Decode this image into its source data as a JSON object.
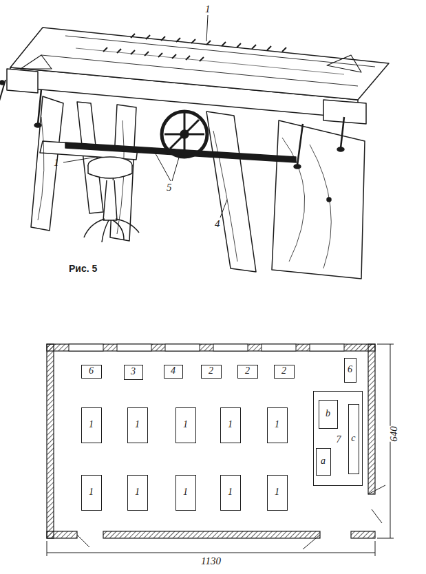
{
  "diagram": {
    "nodes": [
      {
        "text": [
          "6"
        ]
      },
      {
        "text": [
          "3"
        ]
      },
      {
        "text": [
          "4"
        ]
      },
      {
        "text": [
          "2"
        ]
      },
      {
        "text": [
          "2"
        ]
      },
      {
        "text": [
          "2"
        ]
      },
      {
        "text": [
          "6"
        ]
      },
      {
        "text": [
          "7"
        ]
      },
      {
        "text": [
          "b"
        ],
        "in": 7
      },
      {
        "text": [
          "c"
        ],
        "in": 7
      },
      {
        "text": [
          "a"
        ],
        "in": 7
      },
      {
        "text": [
          "1"
        ]
      },
      {
        "text": [
          "1"
        ]
      },
      {
        "text": [
          "1"
        ]
      },
      {
        "text": [
          "1"
        ]
      },
      {
        "text": [
          "1"
        ]
      },
      {
        "text": [
          "1"
        ]
      },
      {
        "text": [
          "1"
        ]
      },
      {
        "text": [
          "1"
        ]
      },
      {
        "text": [
          "1"
        ]
      },
      {
        "text": [
          "1"
        ]
      }
    ],
    "labels": [
      "1",
      "1",
      "5",
      "4",
      "Рис. 5",
      "1130",
      "640"
    ]
  }
}
